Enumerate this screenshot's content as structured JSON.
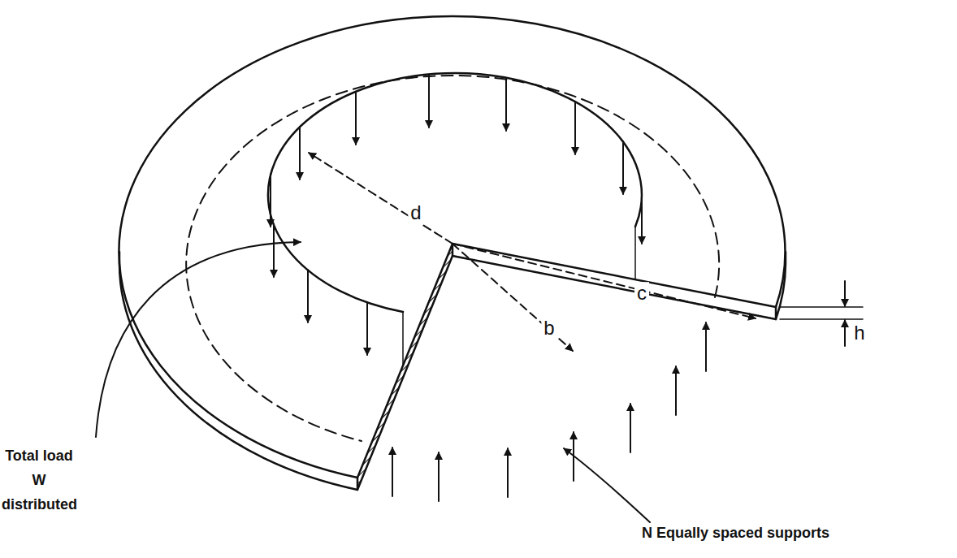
{
  "diagram": {
    "labels": [
      "d",
      "b",
      "c",
      "h",
      "Total load W distributed",
      "N Equally spaced supports"
    ]
  }
}
